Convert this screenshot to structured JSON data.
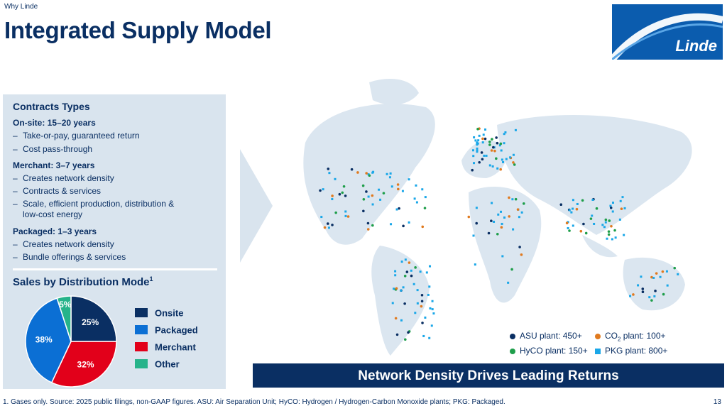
{
  "header": {
    "kicker": "Why Linde",
    "title": "Integrated Supply Model",
    "logo_text": "Linde"
  },
  "contracts": {
    "heading": "Contracts Types",
    "onsite": {
      "label": "On-site: 15–20 years",
      "items": [
        "Take-or-pay, guaranteed return",
        "Cost pass-through"
      ]
    },
    "merchant": {
      "label": "Merchant: 3–7 years",
      "items": [
        "Creates network density",
        "Contracts & services",
        "Scale, efficient production, distribution &",
        "low-cost energy"
      ]
    },
    "packaged": {
      "label": "Packaged: 1–3 years",
      "items": [
        "Creates network density",
        "Bundle offerings & services"
      ]
    }
  },
  "sales": {
    "heading": "Sales by Distribution Mode",
    "footnote_mark": "1",
    "legend": [
      {
        "label": "Onsite",
        "color": "#0a2f63"
      },
      {
        "label": "Packaged",
        "color": "#0b6fd4"
      },
      {
        "label": "Merchant",
        "color": "#e2001a"
      },
      {
        "label": "Other",
        "color": "#26b38a"
      }
    ]
  },
  "chart_data": {
    "type": "pie",
    "categories": [
      "Onsite",
      "Merchant",
      "Packaged",
      "Other"
    ],
    "values": [
      25,
      32,
      38,
      5
    ],
    "labels": [
      "25%",
      "32%",
      "38%",
      "5%"
    ],
    "colors": [
      "#0a2f63",
      "#e2001a",
      "#0b6fd4",
      "#26b38a"
    ]
  },
  "map_legend": {
    "asu": {
      "label": "ASU plant: 450+",
      "color": "#0a2f63"
    },
    "co2": {
      "label_pre": "CO",
      "label_sub": "2",
      "label_post": " plant: 100+",
      "color": "#e07a1f"
    },
    "hyco": {
      "label": "HyCO plant: 150+",
      "color": "#1e9e4a"
    },
    "pkg": {
      "label": "PKG plant: 800+",
      "color": "#1aa7e8"
    }
  },
  "banner": "Network Density Drives Leading Returns",
  "footer": {
    "note": "1. Gases only. Source: 2025 public filings, non-GAAP figures. ASU: Air Separation Unit; HyCO: Hydrogen / Hydrogen-Carbon Monoxide plants; PKG: Packaged.",
    "page": "13"
  }
}
